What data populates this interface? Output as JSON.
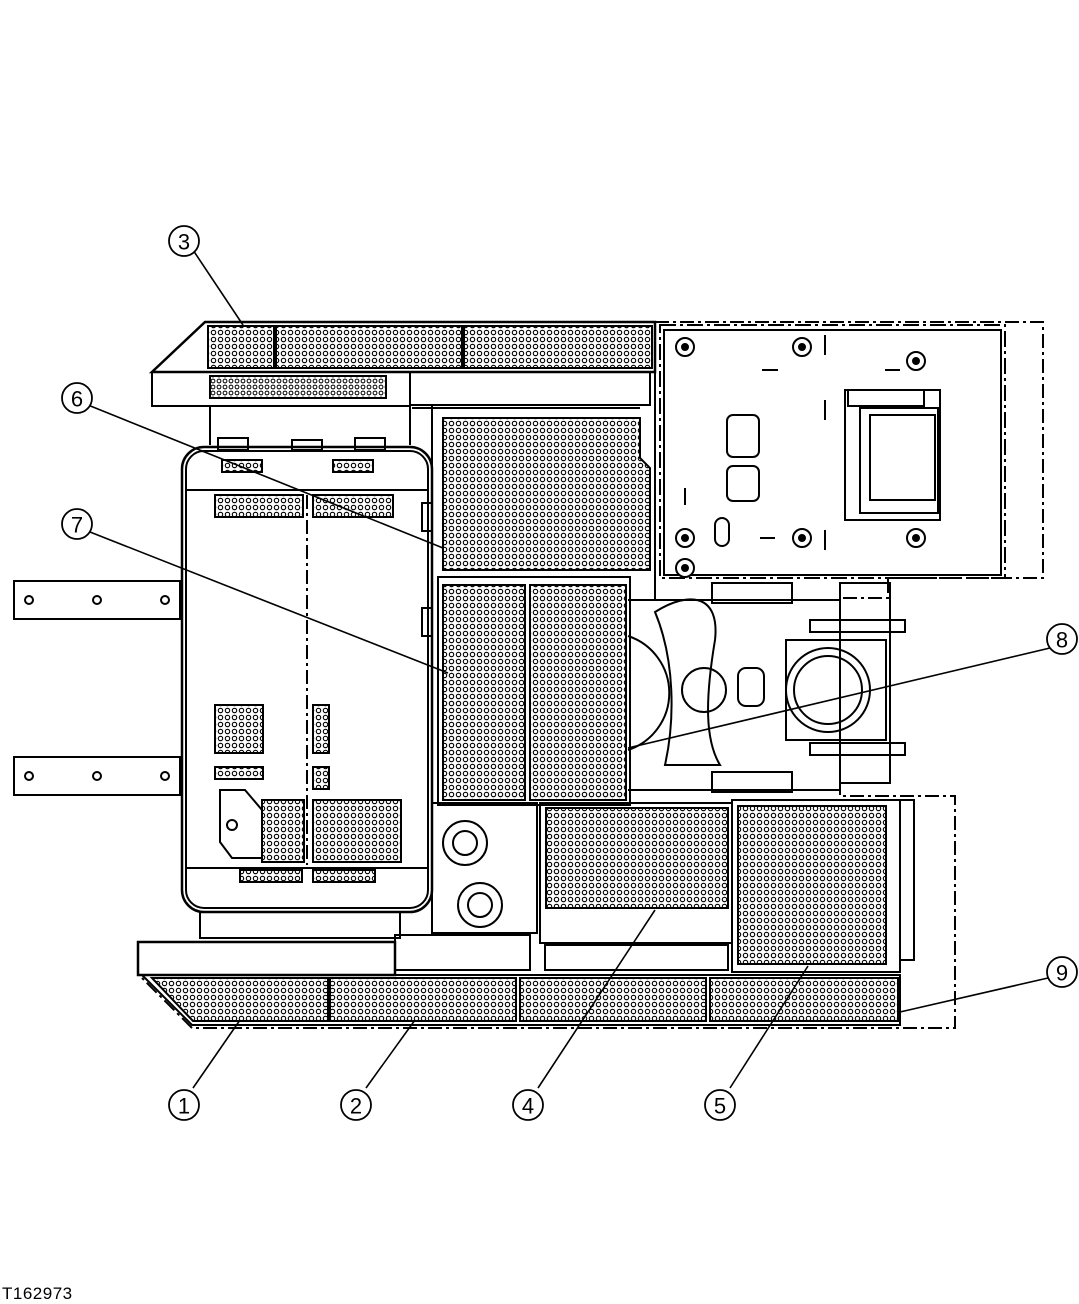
{
  "figure_id": "T162973",
  "callouts": [
    "1",
    "2",
    "3",
    "4",
    "5",
    "6",
    "7",
    "8",
    "9"
  ]
}
